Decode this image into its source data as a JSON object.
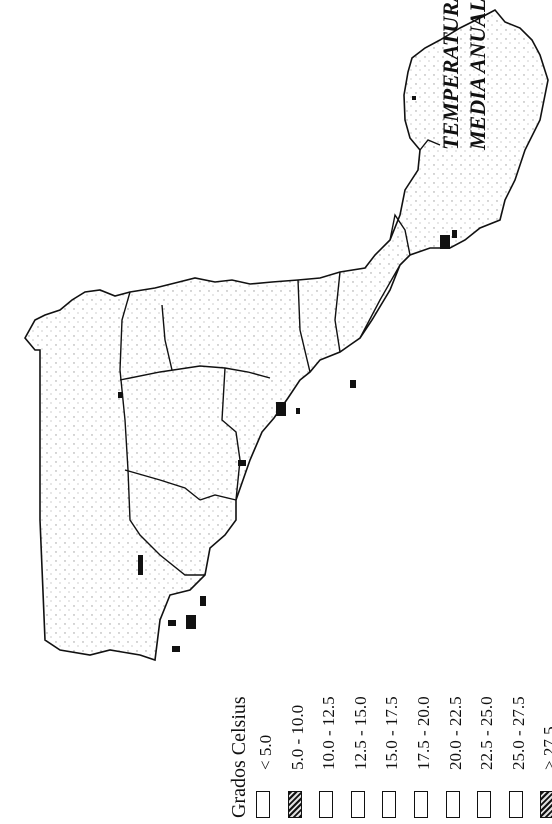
{
  "title": {
    "line1": "TEMPERATURA",
    "line2": "MEDIA ANUAL"
  },
  "legend": {
    "title": "Grados Celsius",
    "items": [
      {
        "label": "< 5.0",
        "style": "empty"
      },
      {
        "label": "5.0 - 10.0",
        "style": "hatched"
      },
      {
        "label": "10.0 - 12.5",
        "style": "empty"
      },
      {
        "label": "12.5 - 15.0",
        "style": "empty"
      },
      {
        "label": "15.0 - 17.5",
        "style": "empty"
      },
      {
        "label": "17.5 - 20.0",
        "style": "empty"
      },
      {
        "label": "20.0 - 22.5",
        "style": "empty"
      },
      {
        "label": "22.5 - 25.0",
        "style": "empty"
      },
      {
        "label": "25.0 - 27.5",
        "style": "empty"
      },
      {
        "label": "> 27.5",
        "style": "hatched"
      }
    ]
  },
  "colors": {
    "ink": "#111111",
    "land": "#ffffff",
    "stipple": "#888888"
  }
}
